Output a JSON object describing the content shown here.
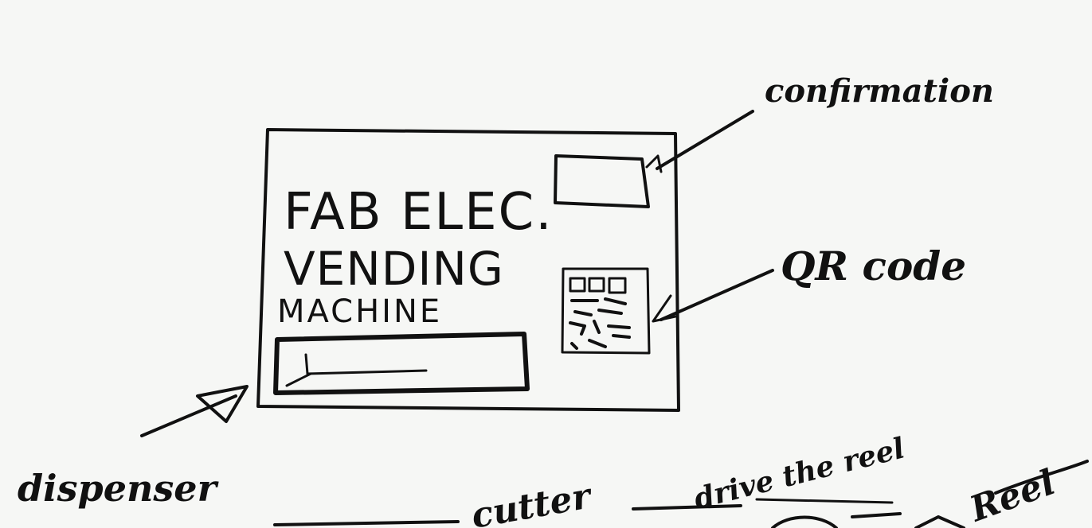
{
  "machine": {
    "title_line1": "FAB ELEC.",
    "title_line2": "VENDING",
    "title_line3": "MACHINE"
  },
  "annotations": {
    "confirmation": "confirmation",
    "qr_code": "QR code",
    "dispenser": "dispenser"
  },
  "bottom_text": {
    "cutter": "cutter",
    "drive_the_reel": "drive the reel",
    "reel": "Reel"
  },
  "colors": {
    "ink": "#111111",
    "paper": "#f6f7f5"
  }
}
